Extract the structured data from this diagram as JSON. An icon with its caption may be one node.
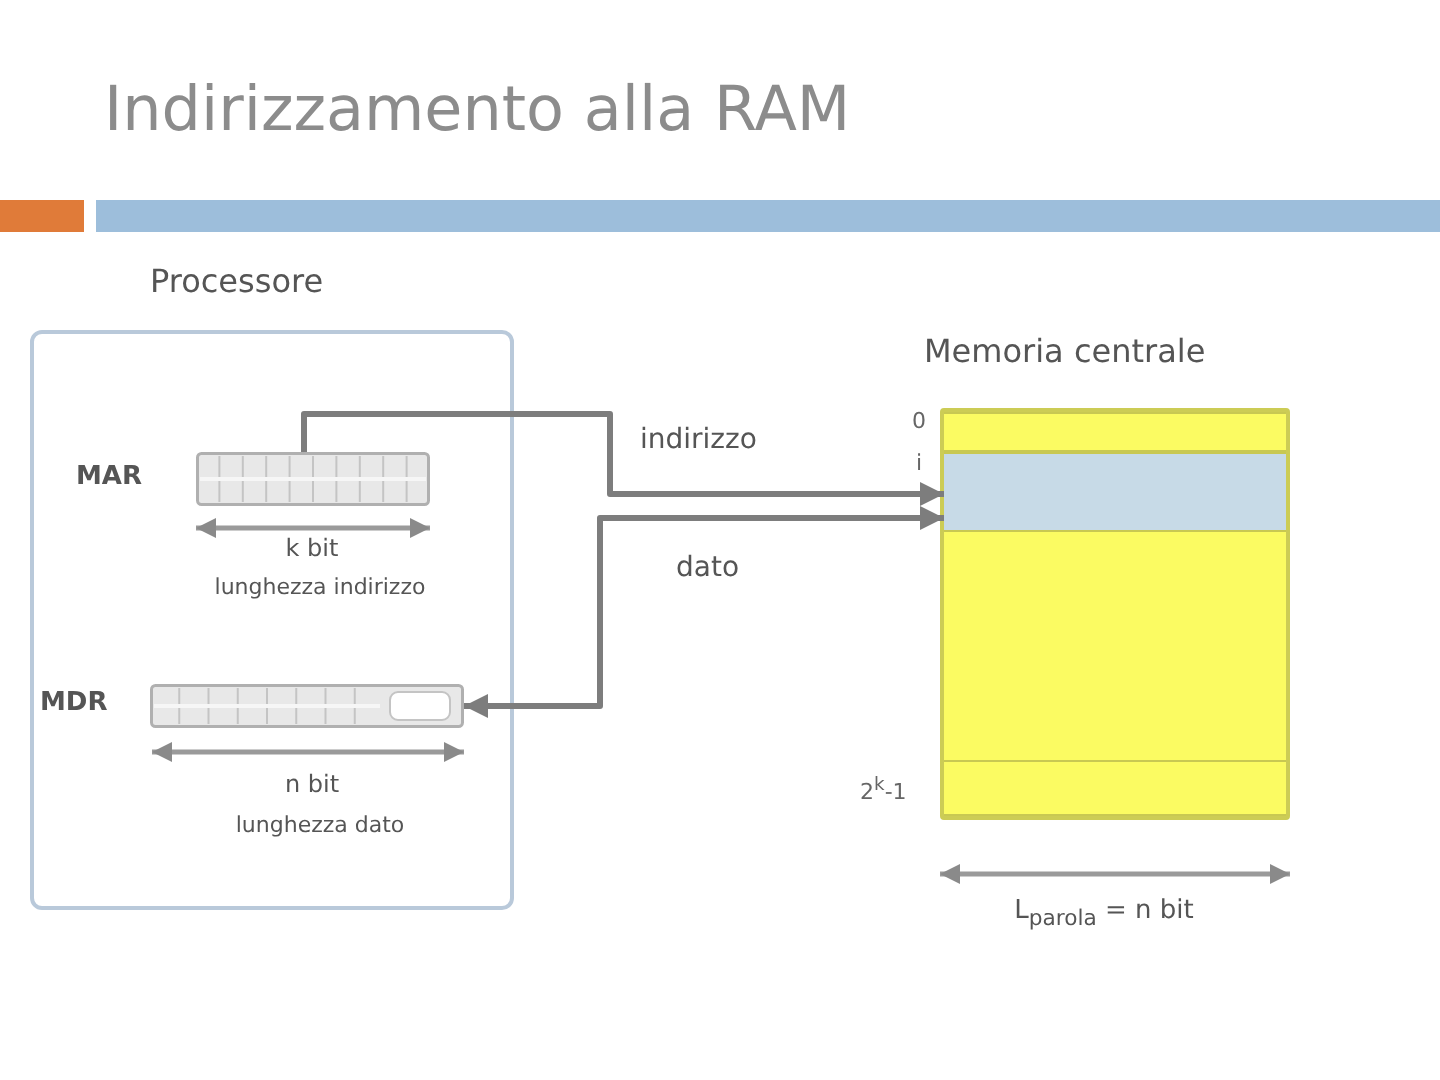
{
  "diagram": {
    "title": "Indirizzamento alla RAM",
    "nodes": [
      {
        "text": [
          "Processore"
        ]
      },
      {
        "text": [
          "MAR"
        ],
        "in": 0,
        "beside": [
          "k bit",
          "lunghezza indirizzo"
        ]
      },
      {
        "text": [
          "MDR"
        ],
        "in": 0,
        "beside": [
          "n bit",
          "lunghezza dato"
        ]
      },
      {
        "text": [
          "Memoria centrale"
        ],
        "beside": [
          "L$_{parola}$ = n bit"
        ]
      },
      {
        "text": [],
        "shape": "bar",
        "beside": [
          "0"
        ],
        "in": 3
      },
      {
        "text": [],
        "shape": "bar",
        "beside": [
          "i"
        ],
        "in": 3
      },
      {
        "text": [],
        "shape": "bar",
        "beside": [
          "2$^{k}$-1"
        ],
        "in": 3
      }
    ],
    "edges": [
      {
        "from": 1,
        "to": 5,
        "arrow": "to",
        "label": "indirizzo"
      },
      {
        "from": 2,
        "to": 5,
        "arrow": "both",
        "label": "dato"
      }
    ]
  }
}
